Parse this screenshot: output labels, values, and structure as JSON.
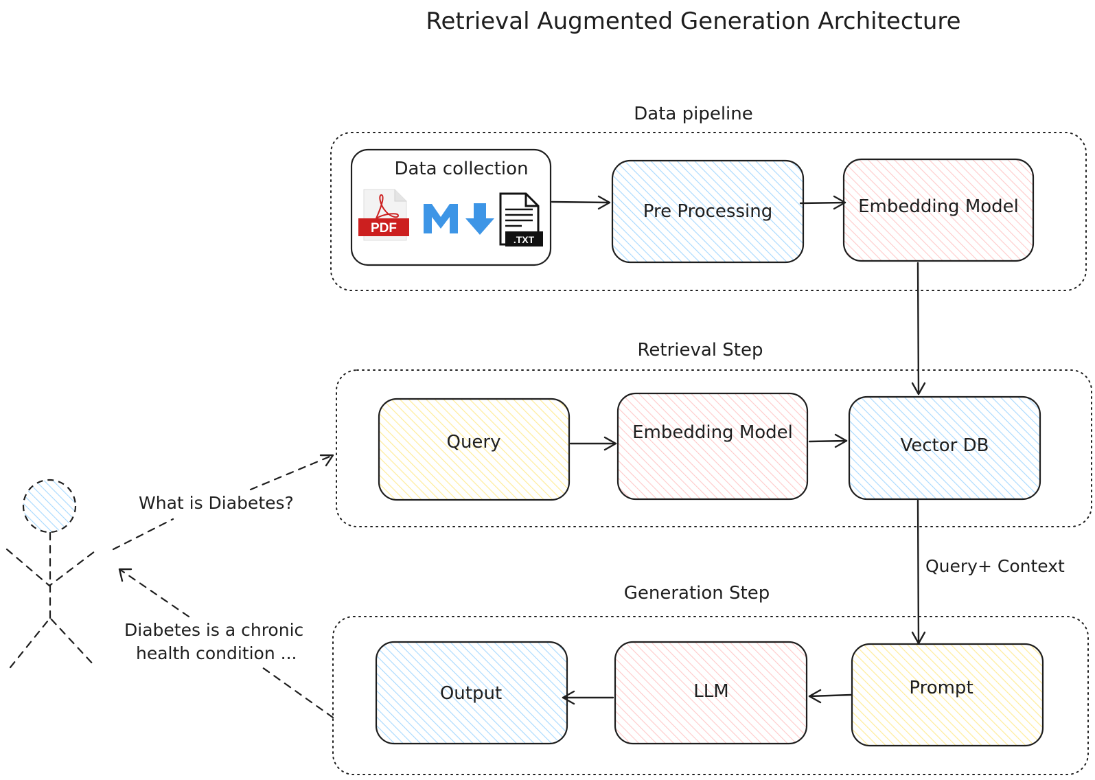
{
  "title": "Retrieval Augmented Generation Architecture",
  "colors": {
    "ink": "#1e1e1e",
    "blue_fill": "#a5d8ff",
    "red_fill": "#ffc9c9",
    "yellow_fill": "#ffec99",
    "pdf_red": "#cc1f1f",
    "markdown_blue": "#3d95e6"
  },
  "groups": {
    "data_pipeline": {
      "label": "Data pipeline",
      "data_collection": {
        "label": "Data collection",
        "icons": [
          {
            "name": "pdf-file-icon",
            "badge": "PDF"
          },
          {
            "name": "markdown-icon",
            "badge": ""
          },
          {
            "name": "txt-file-icon",
            "badge": ".TXT"
          }
        ]
      },
      "pre_processing": {
        "label": "Pre Processing",
        "fill": "blue"
      },
      "embedding_model": {
        "label": "Embedding Model",
        "fill": "red"
      }
    },
    "retrieval_step": {
      "label": "Retrieval Step",
      "query": {
        "label": "Query",
        "fill": "yellow"
      },
      "embedding_model": {
        "label": "Embedding Model",
        "fill": "red"
      },
      "vector_db": {
        "label": "Vector DB",
        "fill": "blue"
      }
    },
    "generation_step": {
      "label": "Generation Step",
      "output": {
        "label": "Output",
        "fill": "blue"
      },
      "llm": {
        "label": "LLM",
        "fill": "red"
      },
      "prompt": {
        "label": "Prompt",
        "fill": "yellow"
      }
    }
  },
  "edge_labels": {
    "query_plus_context": "Query+ Context",
    "user_question": "What is Diabetes?",
    "answer_line_1": "Diabetes is a chronic",
    "answer_line_2": "health condition ..."
  },
  "actor": {
    "name": "user-stick-figure-icon"
  }
}
